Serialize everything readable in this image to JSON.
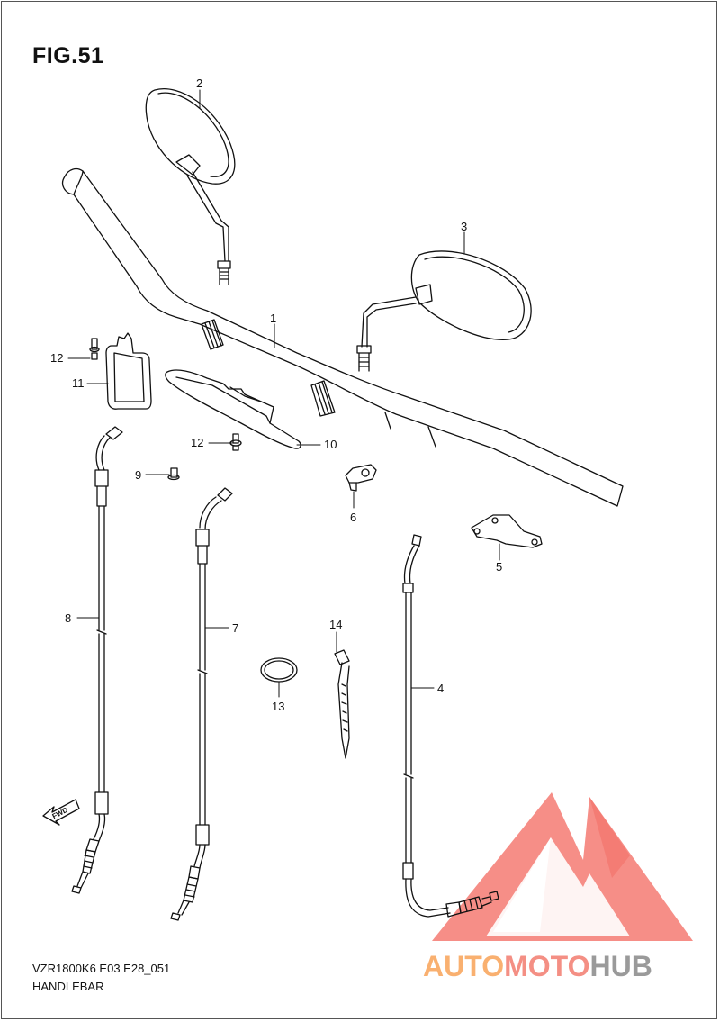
{
  "figure": {
    "title": "FIG.51",
    "model_code": "VZR1800K6 E03 E28_051",
    "section_name": "HANDLEBAR"
  },
  "callouts": {
    "c1": "1",
    "c2": "2",
    "c3": "3",
    "c4": "4",
    "c5": "5",
    "c6": "6",
    "c7": "7",
    "c8": "8",
    "c9": "9",
    "c10": "10",
    "c11": "11",
    "c12a": "12",
    "c12b": "12",
    "c13": "13",
    "c14": "14"
  },
  "direction_marker": {
    "label": "FWD"
  },
  "watermark": {
    "part1": "AUTO",
    "part2": "MOTO",
    "part3": "HUB",
    "colors": {
      "auto": "#f9b070",
      "moto": "#f48f84",
      "hub": "#9a9a9a",
      "logo": "#f47a72"
    }
  },
  "colors": {
    "line": "#111111",
    "background": "#ffffff"
  }
}
